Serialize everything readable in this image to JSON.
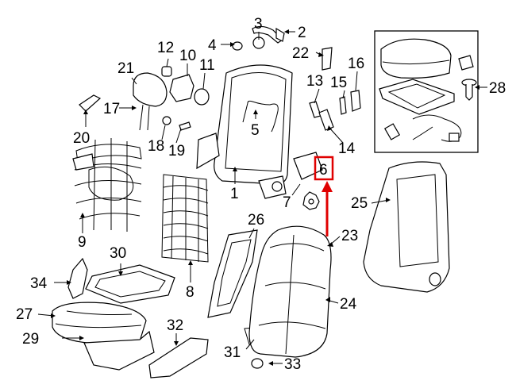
{
  "title": "Seat back and cushion exploded parts diagram",
  "highlight": {
    "callout": "6",
    "color": "#e00000"
  },
  "callouts": {
    "c1": "1",
    "c2": "2",
    "c3": "3",
    "c4": "4",
    "c5": "5",
    "c6": "6",
    "c7": "7",
    "c8": "8",
    "c9": "9",
    "c10": "10",
    "c11": "11",
    "c12": "12",
    "c13": "13",
    "c14": "14",
    "c15": "15",
    "c16": "16",
    "c17": "17",
    "c18": "18",
    "c19": "19",
    "c20": "20",
    "c21": "21",
    "c22": "22",
    "c23": "23",
    "c24": "24",
    "c25": "25",
    "c26": "26",
    "c27": "27",
    "c28": "28",
    "c29": "29",
    "c30": "30",
    "c31": "31",
    "c32": "32",
    "c33": "33",
    "c34": "34"
  }
}
